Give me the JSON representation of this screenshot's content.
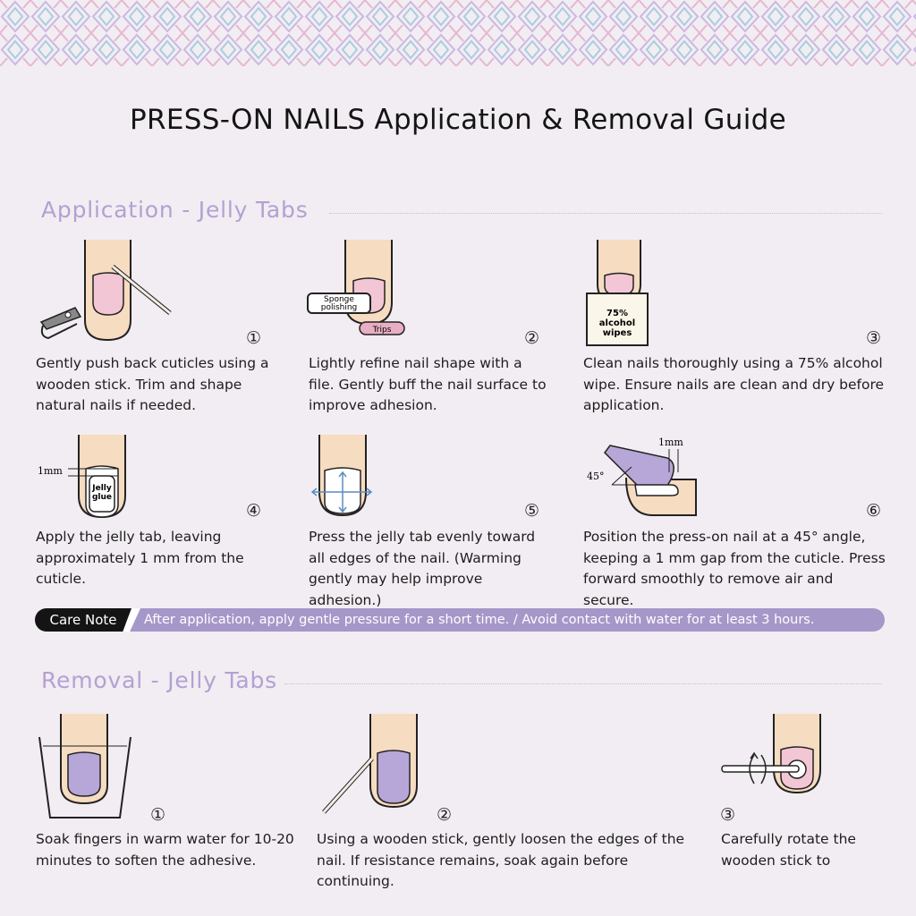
{
  "title": "PRESS-ON NAILS Application & Removal Guide",
  "application": {
    "heading": "Application - Jelly Tabs",
    "steps": [
      {
        "num": "①",
        "text": "Gently push back cuticles using a wooden stick. Trim and shape natural nails if needed."
      },
      {
        "num": "②",
        "text": "Lightly refine nail shape with a file. Gently buff the nail surface to improve adhesion.",
        "labels": {
          "sponge": "Sponge polishing",
          "trips": "Trips"
        }
      },
      {
        "num": "③",
        "text": "Clean nails thoroughly using a 75% alcohol wipe. Ensure nails are clean and dry before application.",
        "labels": {
          "wipes": "75% alcohol wipes"
        }
      },
      {
        "num": "④",
        "text": "Apply the jelly tab, leaving approximately 1 mm from the cuticle.",
        "labels": {
          "gap": "1mm",
          "jelly": "Jelly glue"
        }
      },
      {
        "num": "⑤",
        "text": "Press the jelly tab evenly toward all edges of the nail. (Warming gently may help improve adhesion.)"
      },
      {
        "num": "⑥",
        "text": "Position the press-on nail at a 45° angle, keeping a 1 mm gap from the cuticle. Press forward smoothly to remove air and secure.",
        "labels": {
          "gap": "1mm",
          "angle": "45°"
        }
      }
    ]
  },
  "care_note": {
    "label": "Care Note",
    "text": "After application, apply gentle pressure for a short time. / Avoid contact with water for at least 3 hours."
  },
  "removal": {
    "heading": "Removal - Jelly Tabs",
    "steps": [
      {
        "num": "①",
        "text": "Soak fingers in warm water for 10-20 minutes to soften the adhesive."
      },
      {
        "num": "②",
        "text": "Using a wooden stick, gently loosen the edges of the nail. If resistance remains, soak again before continuing."
      },
      {
        "num": "③",
        "text": "Carefully rotate the wooden stick to"
      }
    ]
  },
  "colors": {
    "background": "#f2edf2",
    "accent_purple": "#b3a1d3",
    "skin": "#f6dcc0",
    "nail_pink": "#f2c6d4",
    "nail_purple": "#b7a6d8"
  }
}
